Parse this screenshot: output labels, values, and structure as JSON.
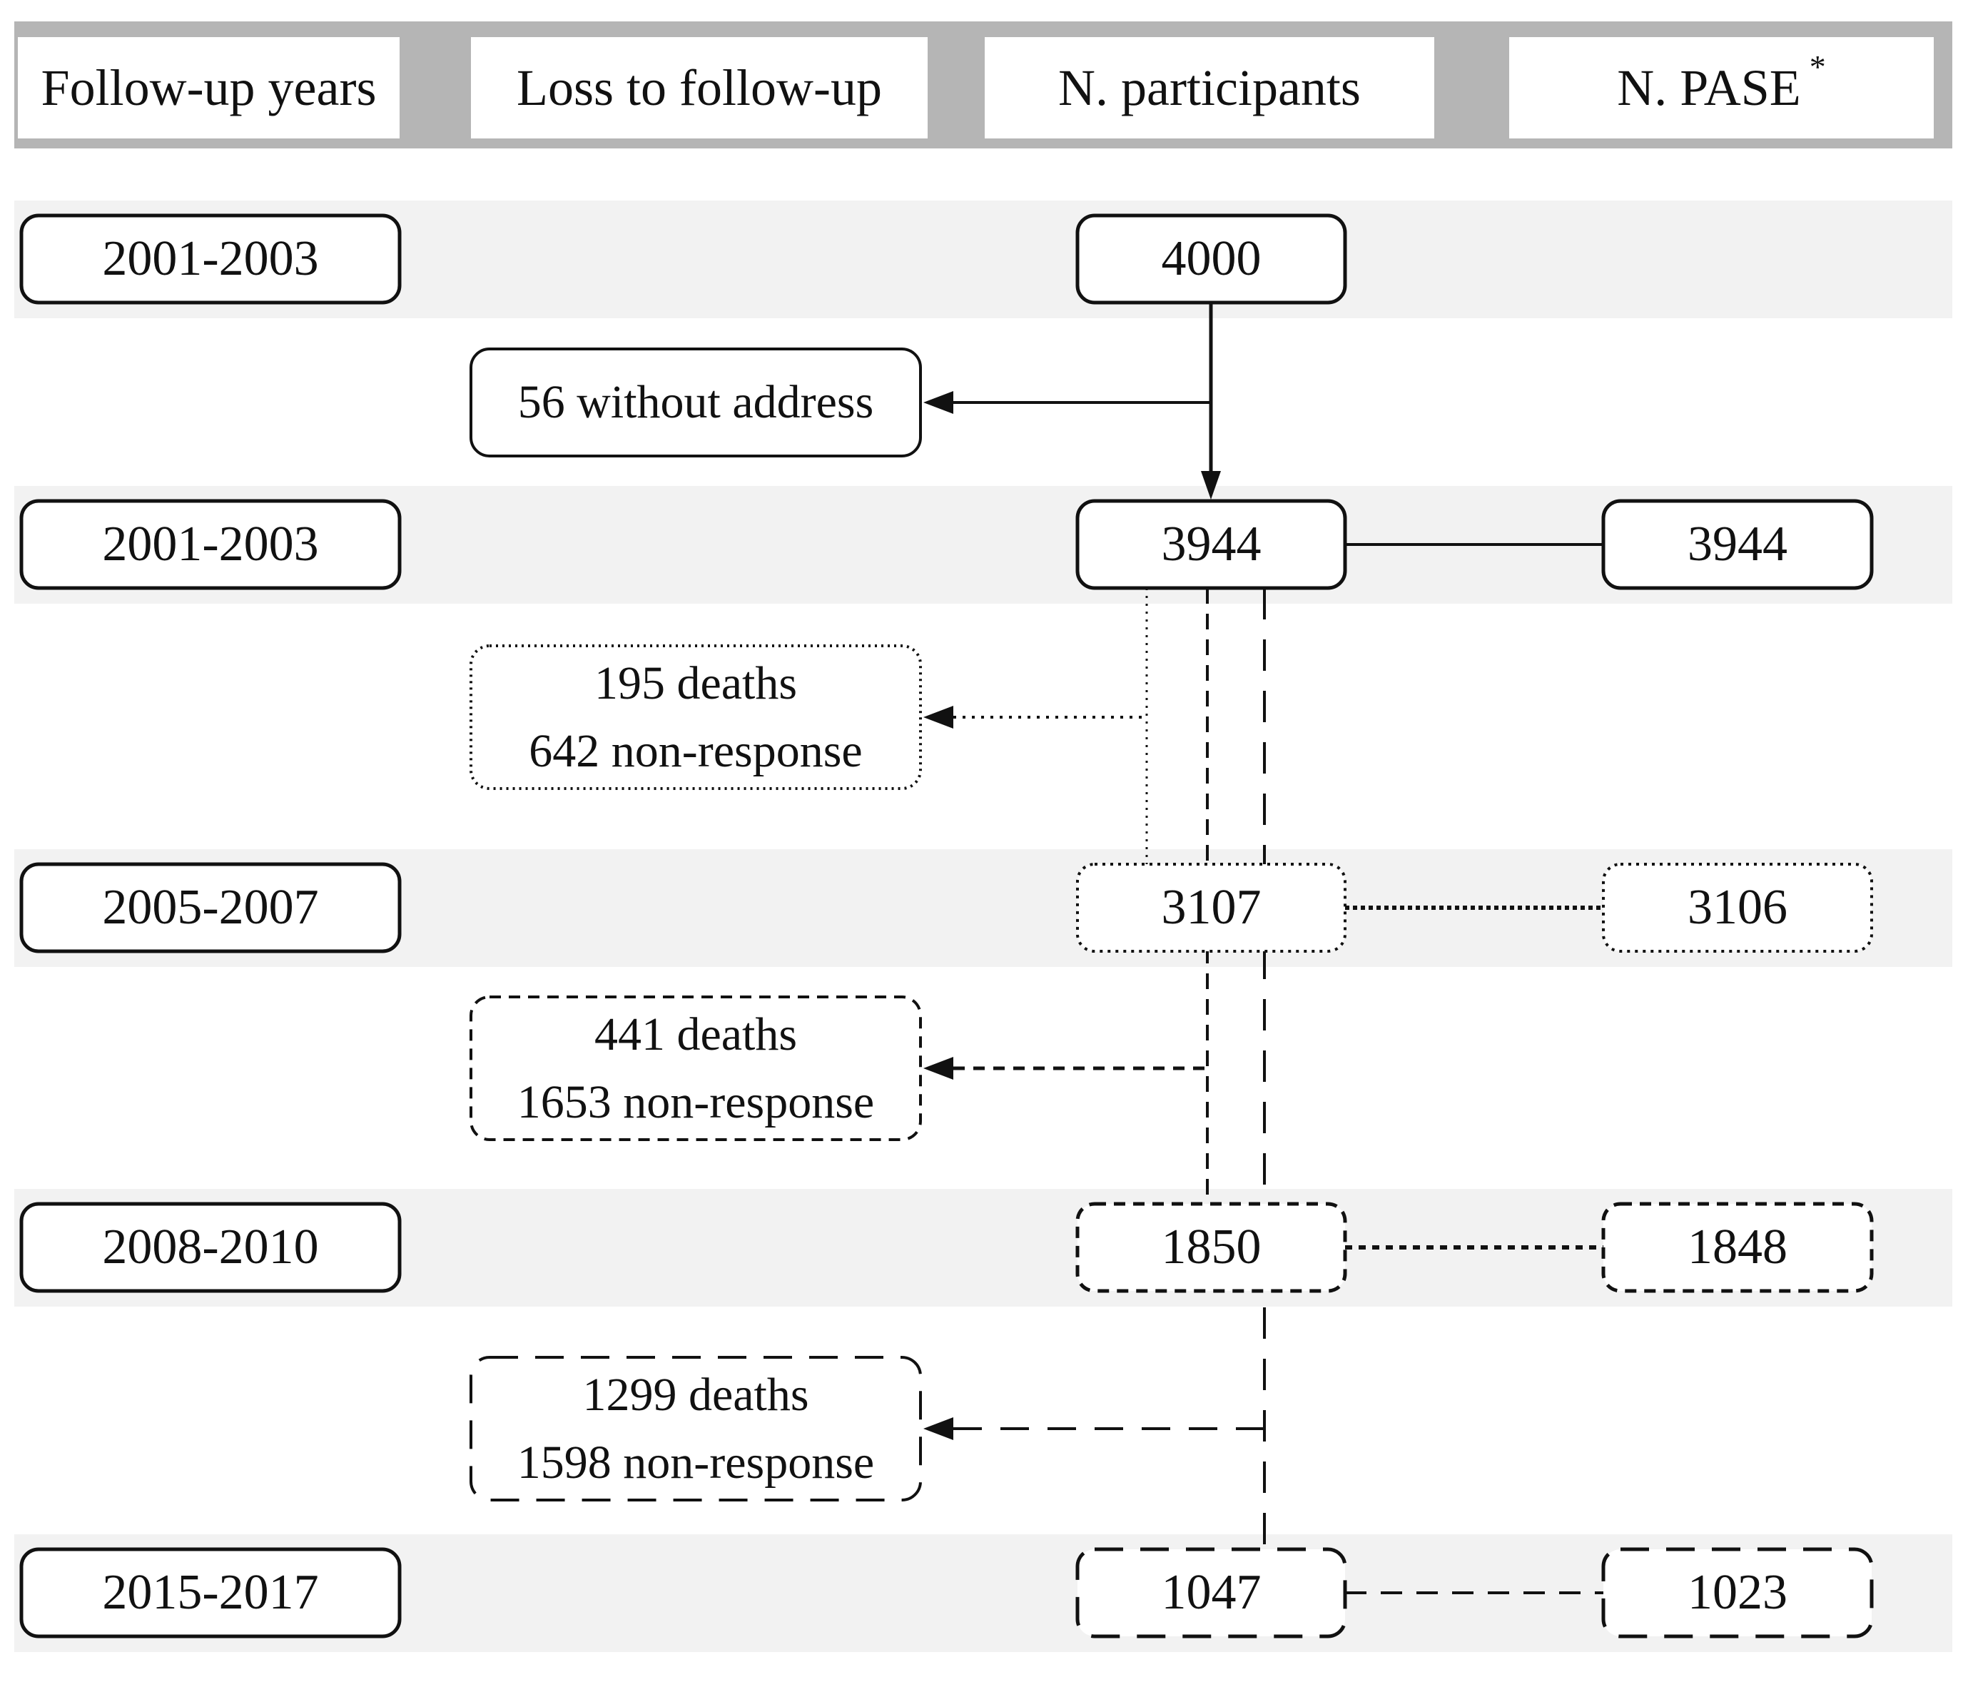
{
  "header": {
    "col_follow_up_years": "Follow-up years",
    "col_loss_to_follow_up": "Loss to follow-up",
    "col_n_participants": "N. participants",
    "col_n_pase": "N. PASE",
    "pase_footnote_marker": "*"
  },
  "waves": [
    {
      "years": "2001-2003",
      "participants": "4000",
      "pase": null,
      "line_style": "solid"
    },
    {
      "years": "2001-2003",
      "participants": "3944",
      "pase": "3944",
      "line_style": "solid"
    },
    {
      "years": "2005-2007",
      "participants": "3107",
      "pase": "3106",
      "line_style": "dotted"
    },
    {
      "years": "2008-2010",
      "participants": "1850",
      "pase": "1848",
      "line_style": "dashed"
    },
    {
      "years": "2015-2017",
      "participants": "1047",
      "pase": "1023",
      "line_style": "long-dash"
    }
  ],
  "losses": [
    {
      "text": "56 without address",
      "line_style": "solid"
    },
    {
      "line1": "195 deaths",
      "line2": "642 non-response",
      "line_style": "dotted"
    },
    {
      "line1": "441 deaths",
      "line2": "1653 non-response",
      "line_style": "dashed"
    },
    {
      "line1": "1299 deaths",
      "line2": "1598 non-response",
      "line_style": "long-dash"
    }
  ],
  "colors": {
    "header_band": "#b5b5b5",
    "row_band": "#f2f2f2",
    "line": "#111111",
    "box_fill": "#ffffff"
  }
}
